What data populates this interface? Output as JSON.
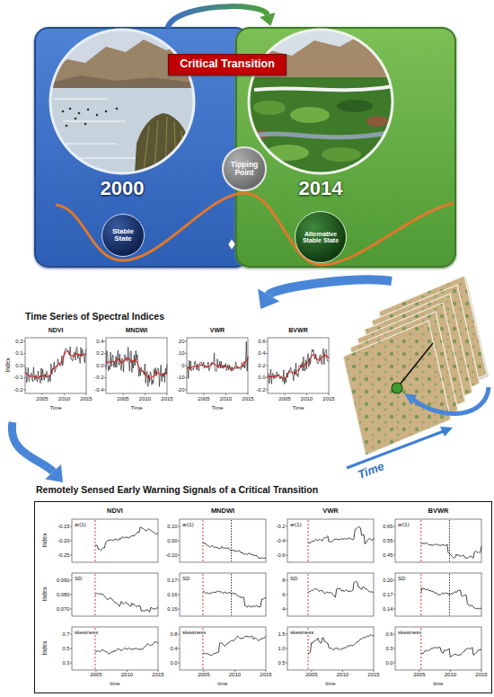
{
  "diagram": {
    "nodes": [
      {
        "text": [
          "2000"
        ]
      },
      {
        "text": [
          "Stable State"
        ],
        "in": 0
      },
      {
        "text": [
          "2014"
        ]
      },
      {
        "text": [
          "Alternative Stable State"
        ],
        "in": 2
      },
      {
        "text": [
          "Critical Transition"
        ]
      },
      {
        "text": [
          "Tipping Point"
        ]
      },
      {
        "text": [
          "Time Series of Spectral Indices"
        ]
      },
      {
        "text": [
          "Time"
        ]
      },
      {
        "text": [
          "Remotely Sensed Early Warning Signals of a Critical Transition"
        ]
      }
    ],
    "edges": [
      {
        "from": 0,
        "to": 2,
        "arrow": "to"
      },
      {
        "from": 7,
        "to": 6,
        "arrow": "to"
      },
      {
        "from": 6,
        "to": 8,
        "arrow": "to"
      }
    ],
    "labels": [
      "NDVI",
      "0.2",
      "0.1",
      "0.0",
      "-0.1",
      "-0.2",
      "2005",
      "2010",
      "2015",
      "Time",
      "MNDWI",
      "0.4",
      "0.2",
      "0.0",
      "-0.2",
      "-0.4",
      "2005",
      "2010",
      "2015",
      "Time",
      "VWR",
      "20",
      "10",
      "0",
      "-10",
      "-20",
      "2005",
      "2010",
      "2015",
      "Time",
      "BVWR",
      "0.6",
      "0.4",
      "0.2",
      "0.0",
      "-0.2",
      "2005",
      "2010",
      "2015",
      "Time",
      "Index",
      "NDVI",
      "MNDWI",
      "VWR",
      "BVWR",
      "Index",
      "Index",
      "Index",
      "ar(1)",
      "-0.15",
      "-0.20",
      "-0.25",
      "ar(1)",
      "0.10",
      "0.00",
      "-0.10",
      "ar(1)",
      "-0.2",
      "-0.4",
      "-0.6",
      "ar(1)",
      "0.65",
      "0.55",
      "0.45",
      "SD",
      "0.090",
      "0.080",
      "0.070",
      "SD",
      "0.17",
      "0.16",
      "0.15",
      "SD",
      "8",
      "6",
      "4",
      "SD",
      "0.20",
      "0.17",
      "0.14",
      "skewness",
      "0.7",
      "0.5",
      "0.3",
      "skewness",
      "0.8",
      "0.4",
      "0.0",
      "skewness",
      "1.5",
      "1.0",
      "0.5",
      "skewness",
      "0.6",
      "0.3",
      "0.0",
      "2005",
      "2010",
      "2015",
      "time",
      "2005",
      "2010",
      "2015",
      "time",
      "2005",
      "2010",
      "2015",
      "time",
      "2005",
      "2010",
      "2015",
      "time"
    ]
  }
}
